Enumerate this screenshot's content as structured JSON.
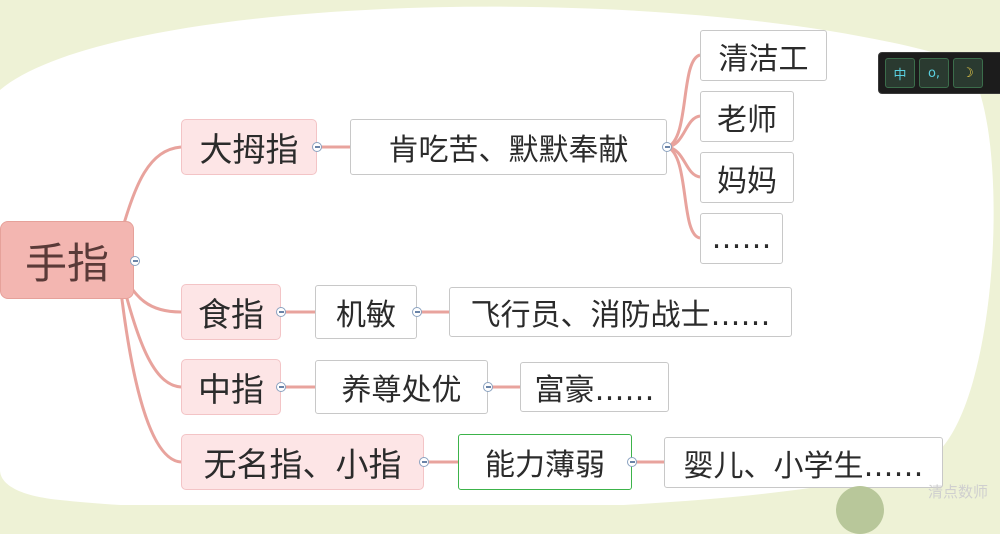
{
  "mindmap": {
    "root": "手指",
    "branches": [
      {
        "label": "大拇指",
        "trait": "肯吃苦、默默奉献",
        "examples": [
          "清洁工",
          "老师",
          "妈妈",
          "……"
        ]
      },
      {
        "label": "食指",
        "trait": "机敏",
        "examples": [
          "飞行员、消防战士……"
        ]
      },
      {
        "label": "中指",
        "trait": "养尊处优",
        "examples": [
          "富豪……"
        ]
      },
      {
        "label": "无名指、小指",
        "trait": "能力薄弱",
        "examples": [
          "婴儿、小学生……"
        ]
      }
    ]
  },
  "ime_toolbar": {
    "mode": "中",
    "punct": "o,",
    "theme_icon": "moon-icon"
  },
  "watermark": "清点数师",
  "colors": {
    "connector": "#e8a39d",
    "root_fill": "#f3b6b1",
    "branch_fill": "#fde5e6",
    "selected_border": "#3cb34a"
  }
}
